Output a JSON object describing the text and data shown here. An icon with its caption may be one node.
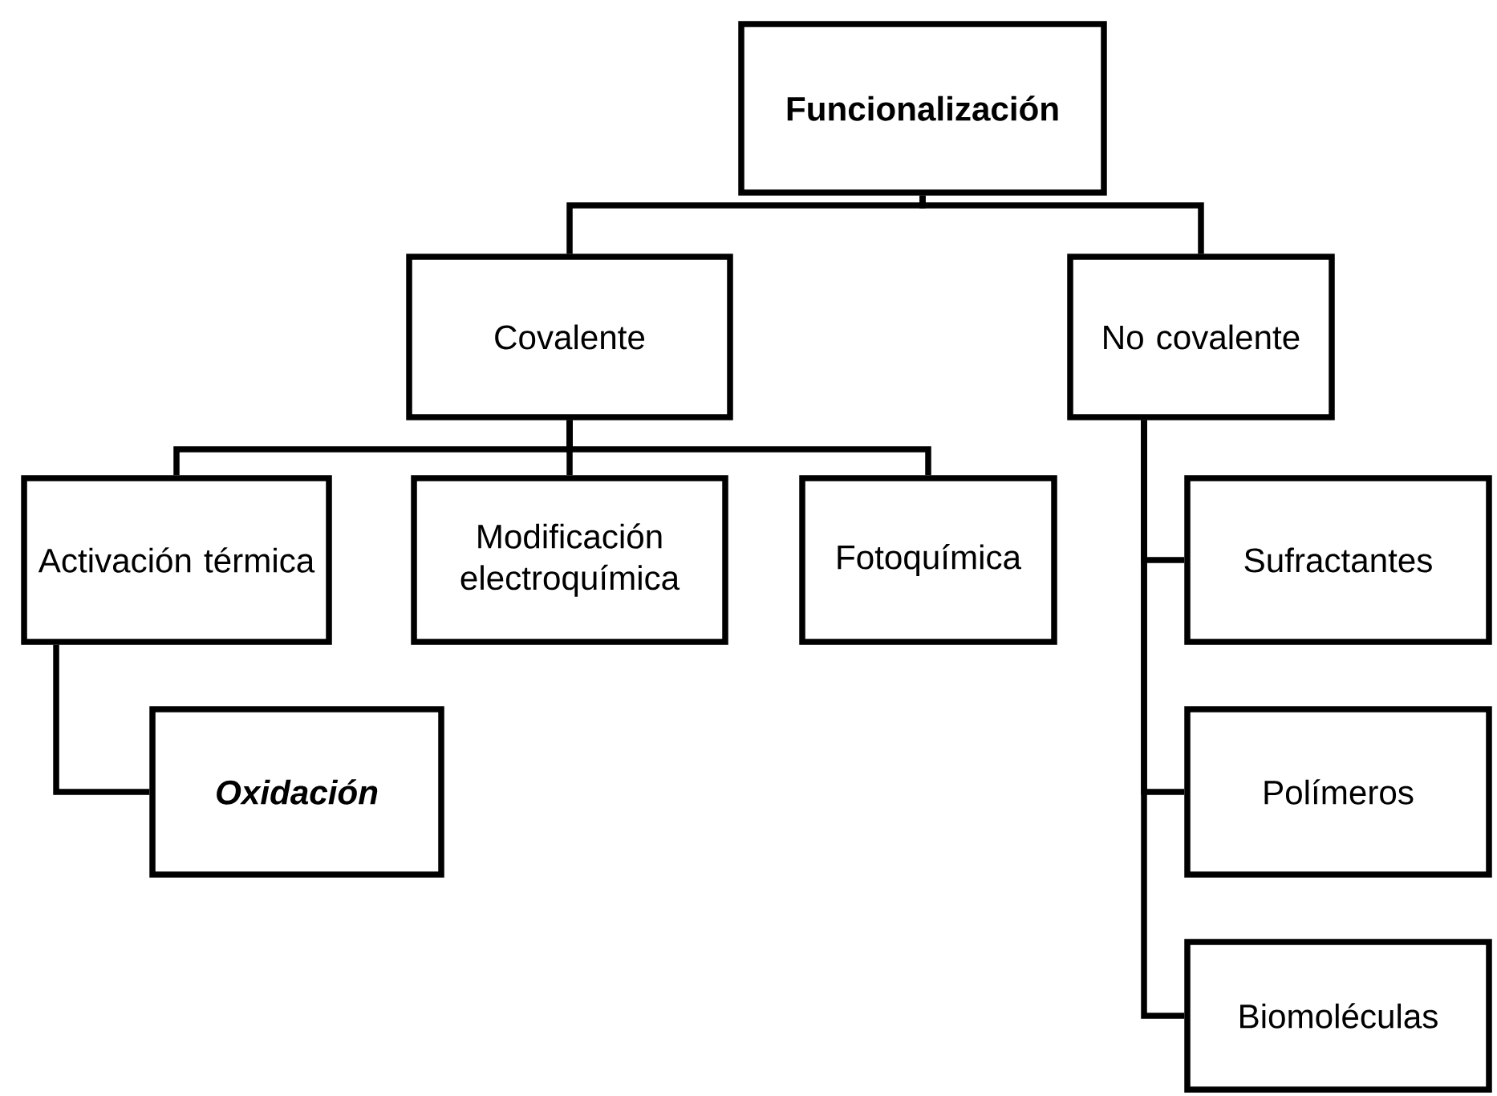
{
  "diagram": {
    "nodes": [
      {
        "text": [
          "Funcionalización"
        ]
      },
      {
        "text": [
          "Covalente"
        ]
      },
      {
        "text": [
          "No covalente"
        ]
      },
      {
        "text": [
          "Activación térmica"
        ]
      },
      {
        "text": [
          "Modificación electroquímica"
        ]
      },
      {
        "text": [
          "Fotoquímica"
        ]
      },
      {
        "text": [
          "Oxidación"
        ]
      },
      {
        "text": [
          "Sufractantes"
        ]
      },
      {
        "text": [
          "Polímeros"
        ]
      },
      {
        "text": [
          "Biomoléculas"
        ]
      }
    ],
    "edges": [
      {
        "from": 0,
        "to": 1,
        "arrow": "none"
      },
      {
        "from": 0,
        "to": 2,
        "arrow": "none"
      },
      {
        "from": 1,
        "to": 3,
        "arrow": "none"
      },
      {
        "from": 1,
        "to": 4,
        "arrow": "none"
      },
      {
        "from": 1,
        "to": 5,
        "arrow": "none"
      },
      {
        "from": 3,
        "to": 6,
        "arrow": "none"
      },
      {
        "from": 2,
        "to": 7,
        "arrow": "none"
      },
      {
        "from": 2,
        "to": 8,
        "arrow": "none"
      },
      {
        "from": 2,
        "to": 9,
        "arrow": "none"
      }
    ]
  }
}
